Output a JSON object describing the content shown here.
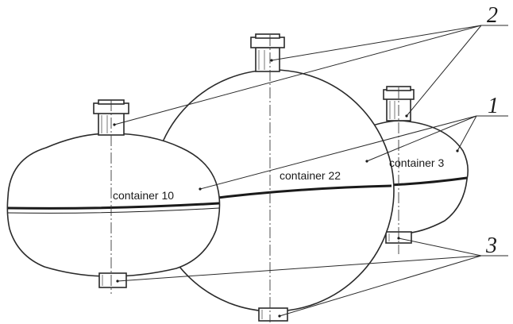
{
  "labels": {
    "container_left": "container 10",
    "container_center": "container 22",
    "container_right": "container 3"
  },
  "callouts": {
    "ref_2": "2",
    "ref_1": "1",
    "ref_3": "3"
  }
}
